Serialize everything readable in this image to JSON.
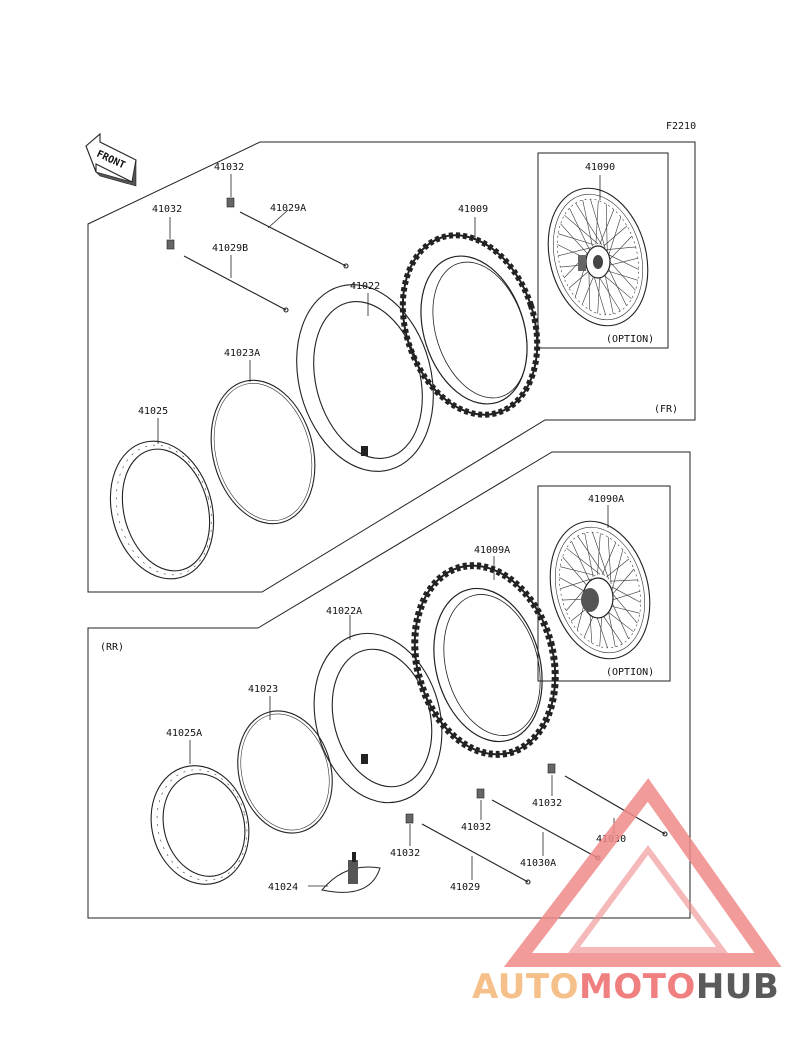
{
  "figure_code": "F2210",
  "front_arrow_label": "FRONT",
  "front_section": {
    "tag": "(FR)",
    "option_label": "(OPTION)",
    "labels": {
      "l41090": "41090",
      "l41032_a": "41032",
      "l41029a": "41029A",
      "l41032_b": "41032",
      "l41029b": "41029B",
      "l41009": "41009",
      "l41022": "41022",
      "l41023a": "41023A",
      "l41025": "41025"
    }
  },
  "rear_section": {
    "tag": "(RR)",
    "option_label": "(OPTION)",
    "labels": {
      "l41090a": "41090A",
      "l41009a": "41009A",
      "l41022a": "41022A",
      "l41023": "41023",
      "l41025a": "41025A",
      "l41032_c": "41032",
      "l41032_d": "41032",
      "l41032_e": "41032",
      "l41030": "41030",
      "l41030a": "41030A",
      "l41029": "41029",
      "l41024": "41024"
    }
  },
  "watermark": {
    "part1": "AUTO",
    "part2": "MOTO",
    "part3": "HUB",
    "colors": {
      "auto": "#f6c08a",
      "moto": "#f08080",
      "hub": "#5a5a5a",
      "triangle": "#f08a8a"
    }
  }
}
